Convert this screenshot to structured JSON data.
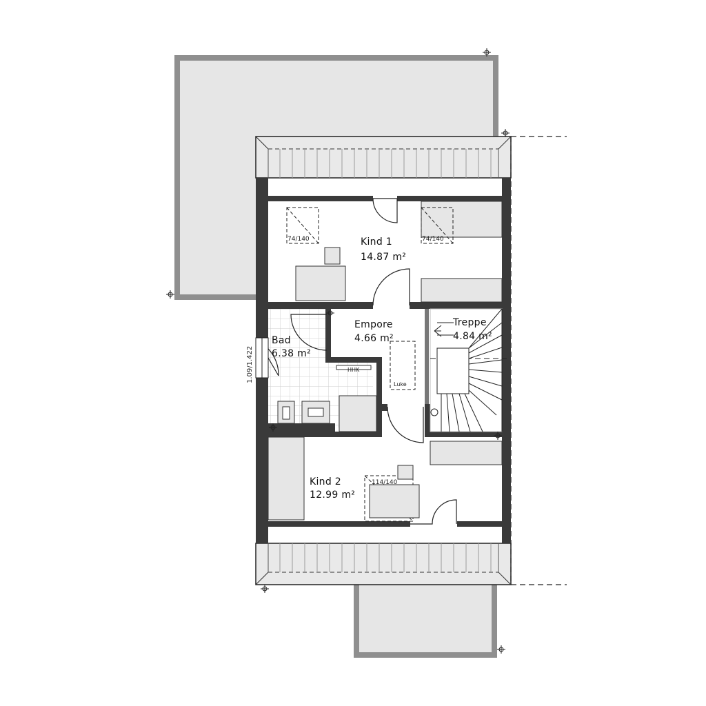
{
  "rooms": [
    {
      "name": "Kind 1",
      "area": "14.87 m²"
    },
    {
      "name": "Empore",
      "area": "4.66 m²"
    },
    {
      "name": "Treppe",
      "area": "4.84 m²"
    },
    {
      "name": "Bad",
      "area": "6.38 m²"
    },
    {
      "name": "Kind 2",
      "area": "12.99 m²"
    }
  ],
  "windows": {
    "kind1_left": "74/140",
    "kind1_right": "74/140",
    "kind2": "114/140",
    "bad_side": "1.09/1.422"
  },
  "fixtures": {
    "hhk": "HHK",
    "luke": "Luke"
  }
}
